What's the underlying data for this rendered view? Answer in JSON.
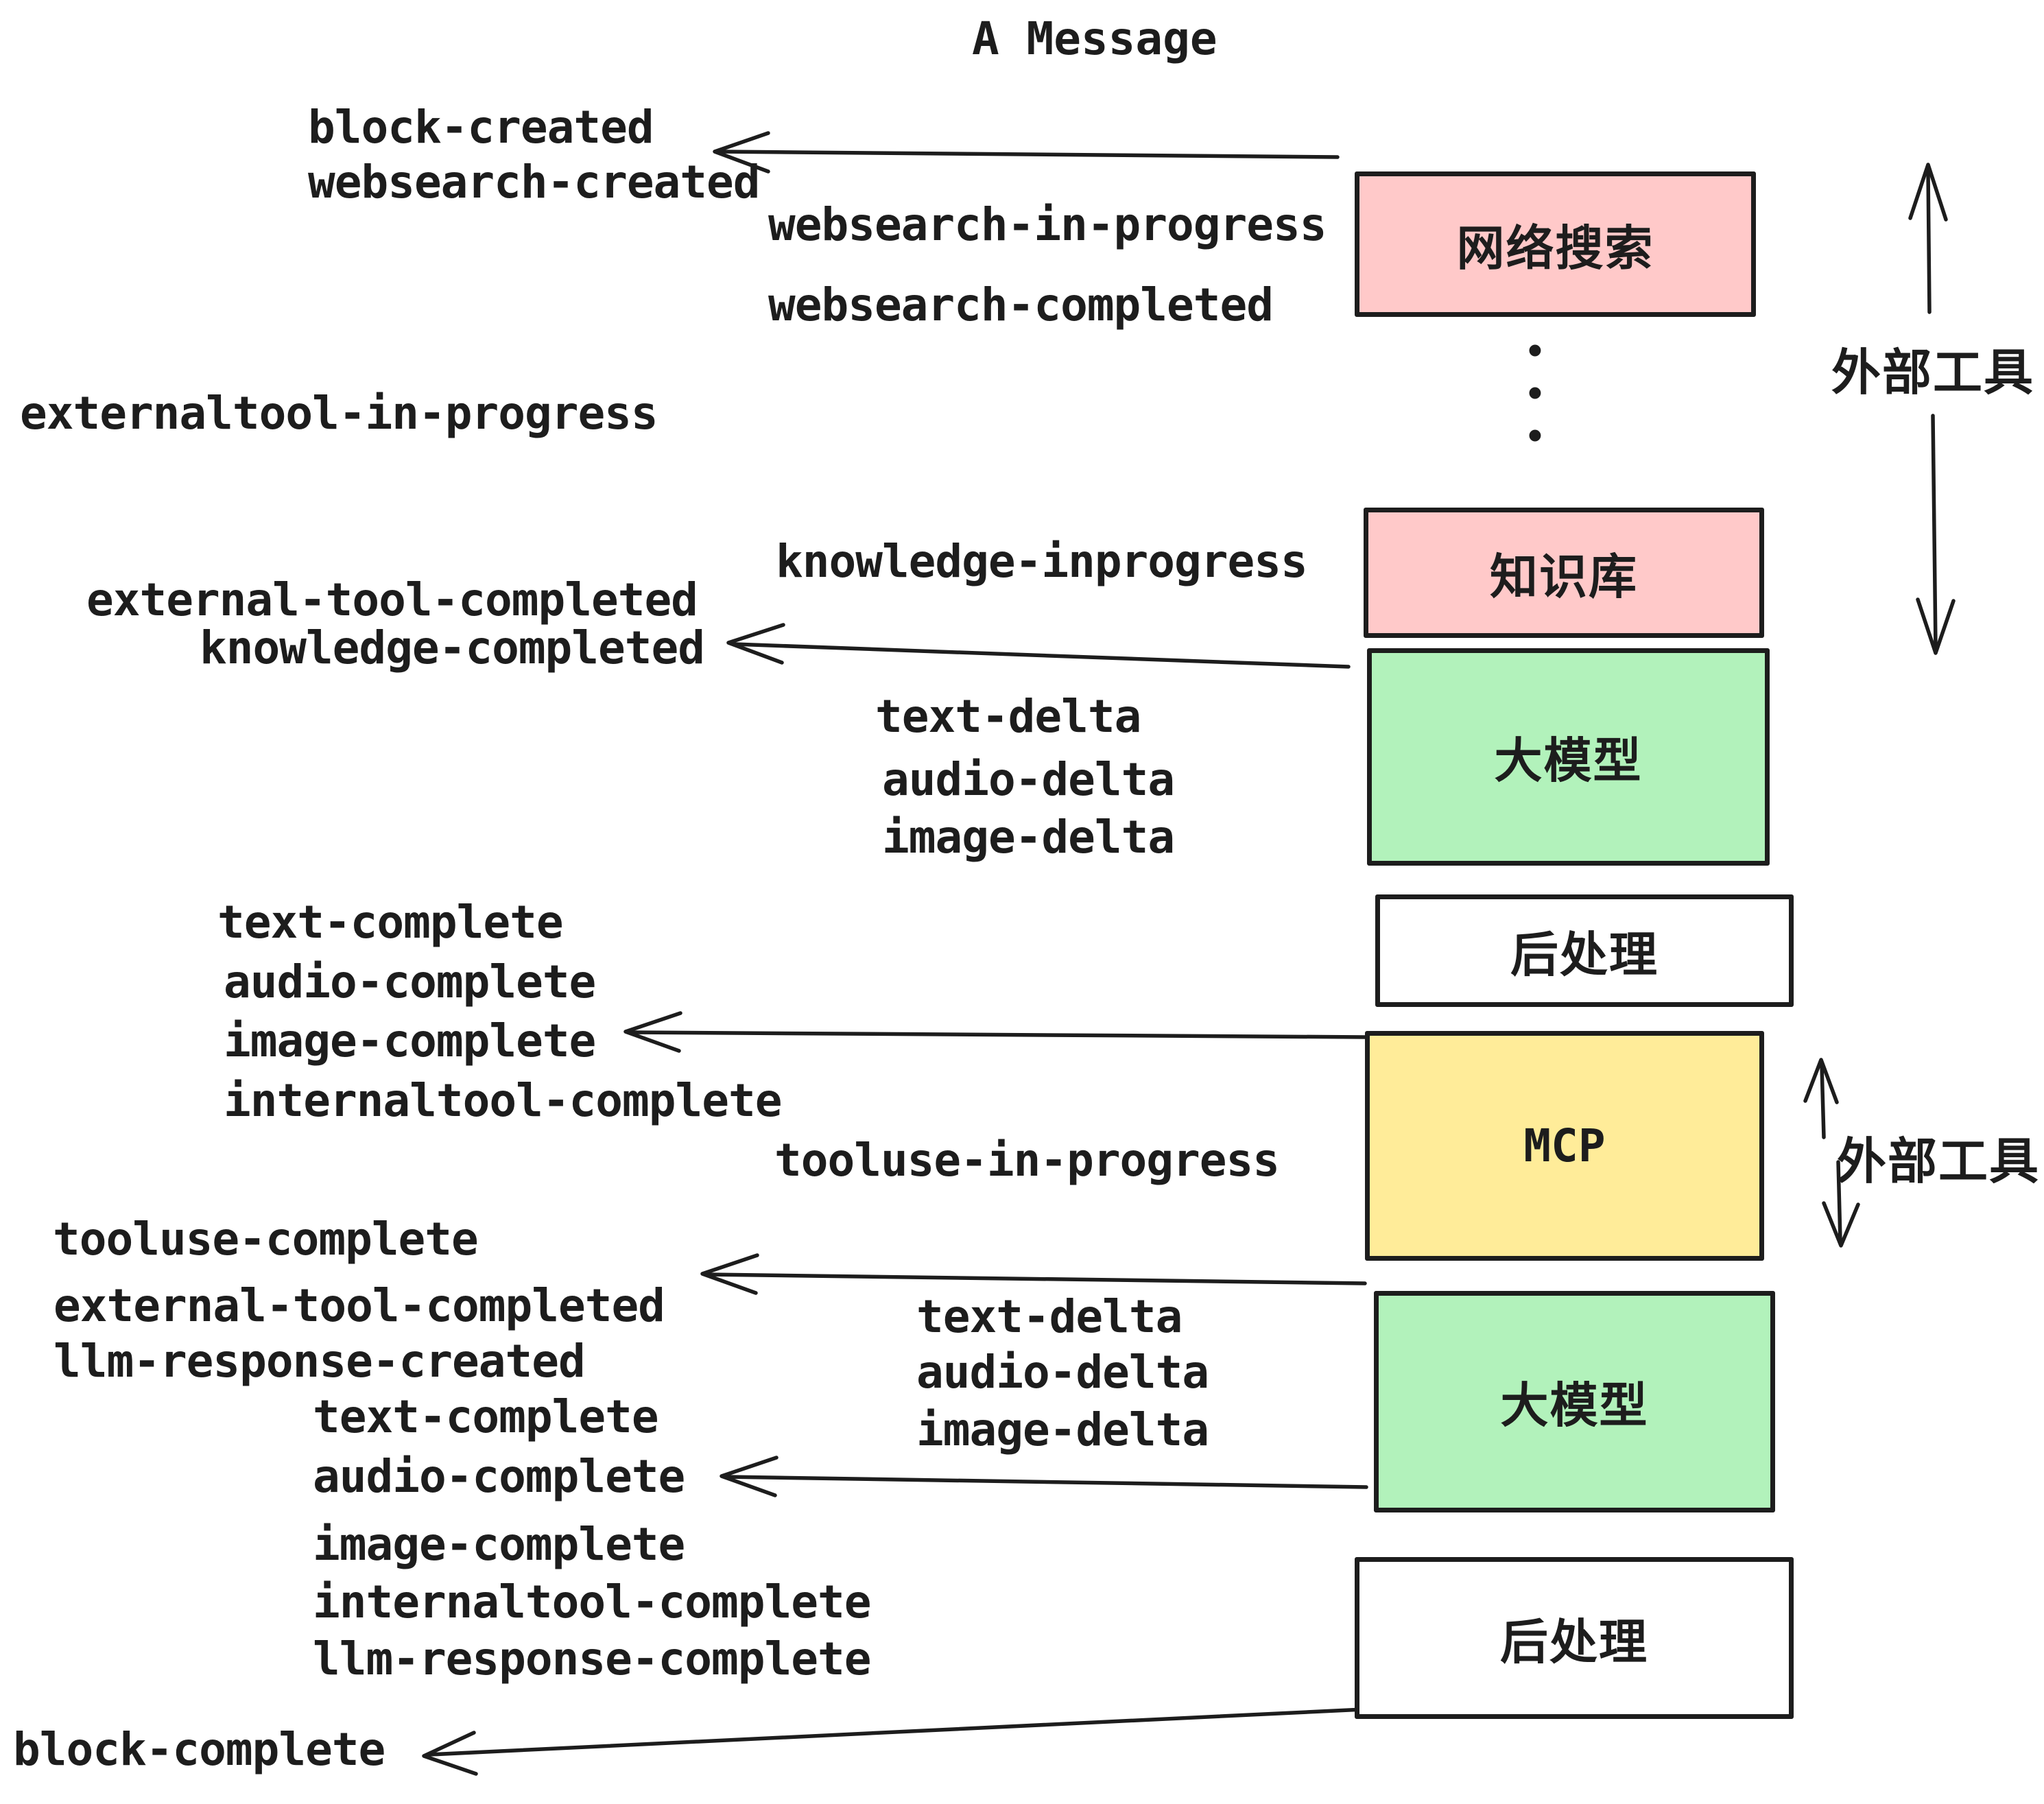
{
  "title": "A Message",
  "colors": {
    "ink": "#1d1d1d",
    "pink": "#ffc9c9",
    "green": "#b2f2bb",
    "yellow": "#ffec99",
    "white": "#ffffff"
  },
  "events": {
    "block_created": "block-created",
    "websearch_created": "websearch-created",
    "websearch_in_progress": "websearch-in-progress",
    "websearch_completed": "websearch-completed",
    "externaltool_in_progress": "externaltool-in-progress",
    "knowledge_inprogress": "knowledge-inprogress",
    "external_tool_completed_1": "external-tool-completed",
    "knowledge_completed": "knowledge-completed",
    "text_delta_1": "text-delta",
    "audio_delta_1": "audio-delta",
    "image_delta_1": "image-delta",
    "text_complete_1": "text-complete",
    "audio_complete_1": "audio-complete",
    "image_complete_1": "image-complete",
    "internaltool_complete_1": "internaltool-complete",
    "tooluse_in_progress": "tooluse-in-progress",
    "tooluse_complete": "tooluse-complete",
    "external_tool_completed_2": "external-tool-completed",
    "llm_response_created": "llm-response-created",
    "text_delta_2": "text-delta",
    "audio_delta_2": "audio-delta",
    "image_delta_2": "image-delta",
    "text_complete_2": "text-complete",
    "audio_complete_2": "audio-complete",
    "image_complete_2": "image-complete",
    "internaltool_complete_2": "internaltool-complete",
    "llm_response_complete": "llm-response-complete",
    "block_complete": "block-complete"
  },
  "boxes": {
    "websearch": {
      "label": "网络搜索",
      "fill": "#ffc9c9"
    },
    "knowledge": {
      "label": "知识库",
      "fill": "#ffc9c9"
    },
    "llm_top": {
      "label": "大模型",
      "fill": "#b2f2bb"
    },
    "post_top": {
      "label": "后处理",
      "fill": "#ffffff"
    },
    "mcp": {
      "label": "MCP",
      "fill": "#ffec99"
    },
    "llm_bottom": {
      "label": "大模型",
      "fill": "#b2f2bb"
    },
    "post_bottom": {
      "label": "后处理",
      "fill": "#ffffff"
    }
  },
  "side_labels": {
    "external_tools_top": "外部工具",
    "external_tools_bottom": "外部工具"
  },
  "ellipsis": "•\n•\n•"
}
